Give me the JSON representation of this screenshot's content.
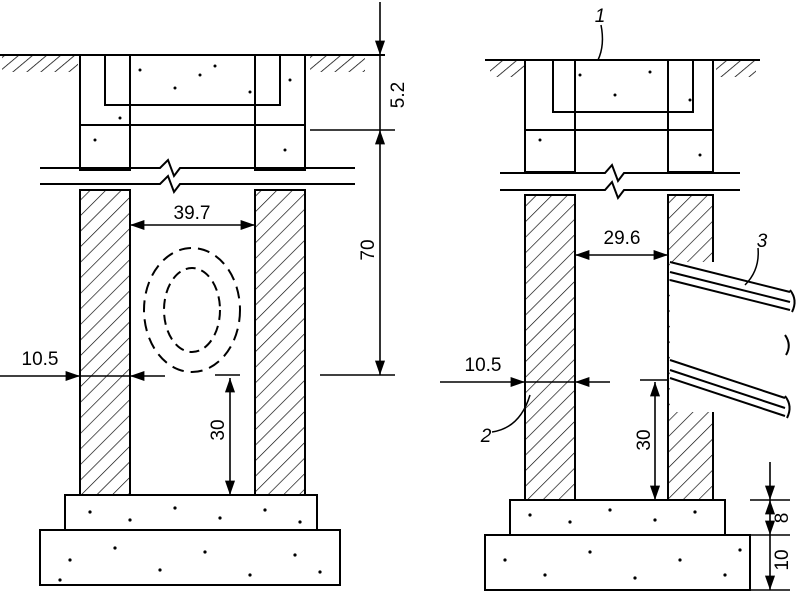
{
  "left_drawing": {
    "dim_top_slab": "5.2",
    "dim_height": "70",
    "dim_inner_width": "39.7",
    "dim_wall": "10.5",
    "dim_pipe_height": "30"
  },
  "right_drawing": {
    "label_cover": "1",
    "label_wall": "2",
    "label_pipe": "3",
    "dim_inner_width": "29.6",
    "dim_wall": "10.5",
    "dim_pipe_height": "30",
    "dim_base_upper": "8",
    "dim_base_lower": "10"
  }
}
